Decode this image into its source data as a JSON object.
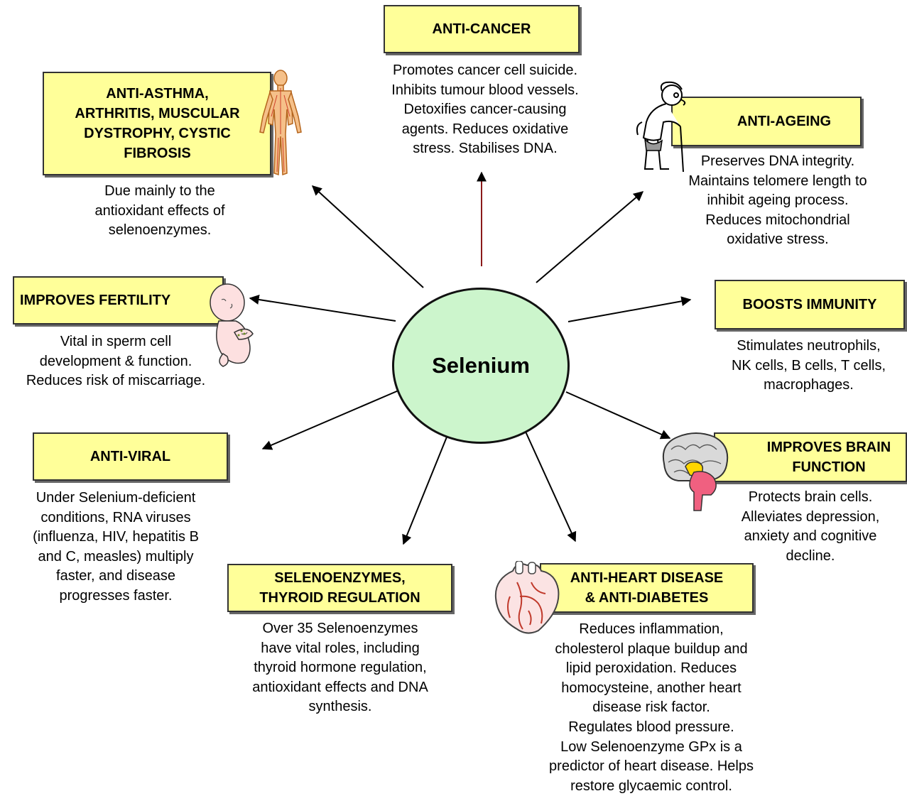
{
  "center": "Selenium",
  "boxes": {
    "anti_cancer": {
      "title": "ANTI-CANCER",
      "desc": "Promotes cancer cell suicide.\nInhibits tumour blood vessels.\nDetoxifies cancer-causing\nagents. Reduces oxidative\nstress. Stabilises DNA."
    },
    "anti_asthma": {
      "title": "ANTI-ASTHMA,\nARTHRITIS, MUSCULAR\nDYSTROPHY, CYSTIC\nFIBROSIS",
      "desc": "Due mainly to the\nantioxidant effects of\nselenoenzymes."
    },
    "anti_ageing": {
      "title": "ANTI-AGEING",
      "desc": "Preserves DNA integrity.\nMaintains telomere length to\ninhibit ageing process.\nReduces mitochondrial\noxidative stress."
    },
    "fertility": {
      "title": "IMPROVES FERTILITY",
      "desc": "Vital in sperm cell\ndevelopment & function.\nReduces risk of miscarriage."
    },
    "immunity": {
      "title": "BOOSTS IMMUNITY",
      "desc": "Stimulates neutrophils,\nNK cells, B cells, T cells,\nmacrophages."
    },
    "anti_viral": {
      "title": "ANTI-VIRAL",
      "desc": "Under Selenium-deficient\nconditions, RNA viruses\n(influenza, HIV, hepatitis B\nand C, measles) multiply\nfaster, and disease\nprogresses faster."
    },
    "brain": {
      "title": "IMPROVES BRAIN\nFUNCTION",
      "desc": "Protects brain cells.\nAlleviates depression,\nanxiety and cognitive\ndecline."
    },
    "thyroid": {
      "title": "SELENOENZYMES,\nTHYROID REGULATION",
      "desc": "Over 35 Selenoenzymes\nhave vital roles, including\nthyroid hormone regulation,\nantioxidant effects and DNA\nsynthesis."
    },
    "heart": {
      "title": "ANTI-HEART DISEASE\n& ANTI-DIABETES",
      "desc": "Reduces inflammation,\ncholesterol plaque buildup and\nlipid peroxidation. Reduces\nhomocysteine, another heart\ndisease risk factor.\nRegulates blood pressure.\nLow Selenoenzyme GPx is a\npredictor of heart disease. Helps\nrestore glycaemic control."
    }
  },
  "icons": [
    "human-body-icon",
    "elderly-man-icon",
    "baby-icon",
    "brain-icon",
    "heart-icon"
  ],
  "colors": {
    "box_fill": "#ffff99",
    "center_fill": "#ccf5cc",
    "arrow": "#000000",
    "arrow_up": "#8b1a1a"
  }
}
